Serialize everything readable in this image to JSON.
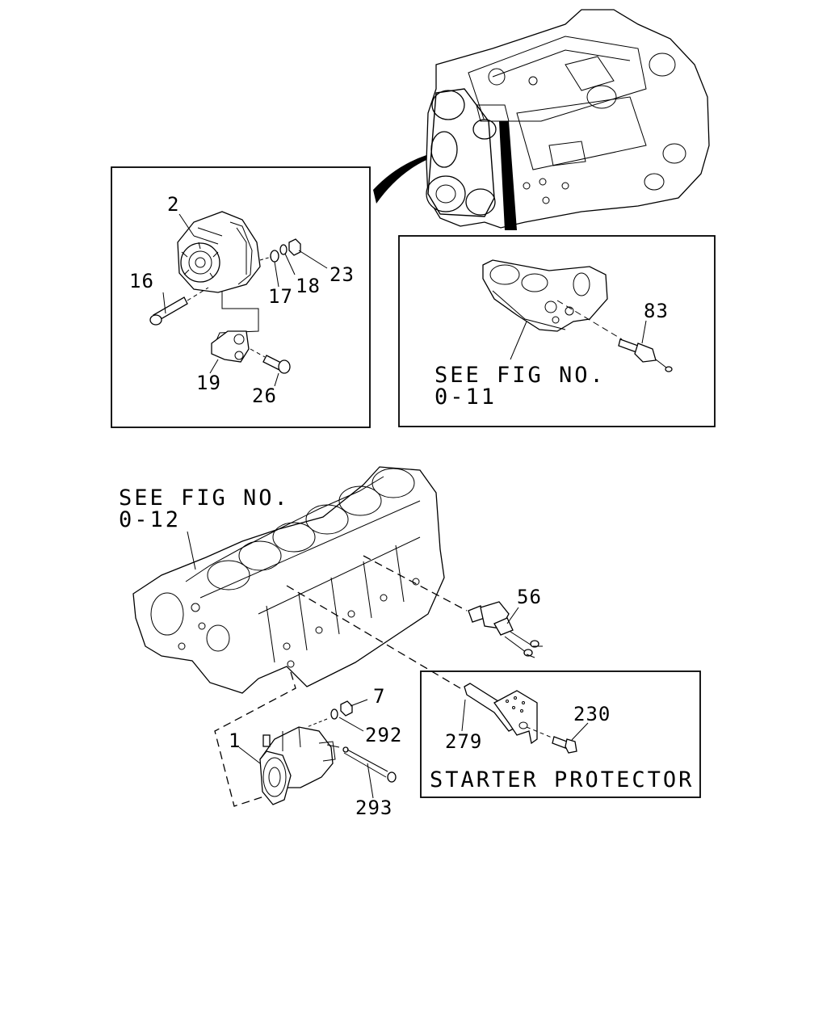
{
  "callouts": {
    "c2": "2",
    "c16": "16",
    "c17": "17",
    "c18": "18",
    "c23": "23",
    "c19": "19",
    "c26": "26",
    "c83": "83",
    "c56": "56",
    "c7": "7",
    "c292": "292",
    "c1": "1",
    "c293": "293",
    "c279": "279",
    "c230": "230"
  },
  "references": {
    "fig011_line1": "SEE FIG NO.",
    "fig011_line2": "0-11",
    "fig012_line1": "SEE FIG NO.",
    "fig012_line2": "0-12"
  },
  "starter_box_title": "STARTER PROTECTOR"
}
